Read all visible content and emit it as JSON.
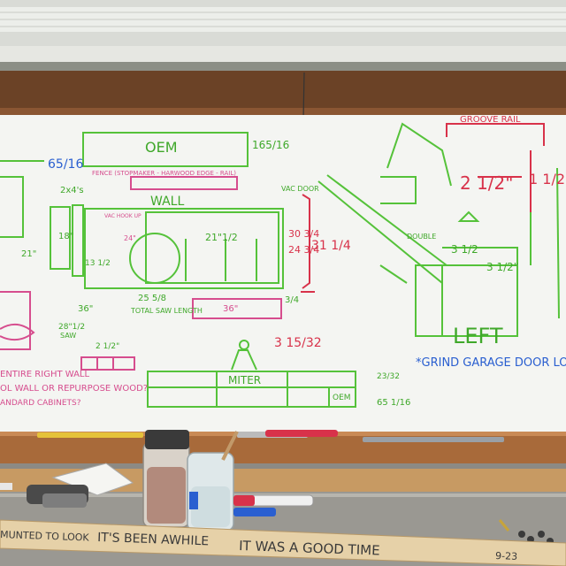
{
  "whiteboard": {
    "labels": {
      "oem_top": "OEM",
      "dim_65_16": "65/16",
      "dim_165_16": "165/16",
      "fence_note": "FENCE (STOPMAKER - HARWOOD EDGE - RAIL)",
      "wall": "WALL",
      "vac_hookup": "VAC HOOK UP",
      "two_x_four": "2x4's",
      "dim_18": "18\"",
      "dim_21_left": "21\"",
      "dim_21_mid": "21\"1/2",
      "dim_24": "24\"",
      "dim_30_3_4": "30 3/4",
      "dim_24_3_4": "24 3/4",
      "dim_31_1_4": "31 1/4",
      "dim_13_1_2": "13 1/2",
      "dim_3_4": "3/4",
      "dim_25": "25 5/8",
      "total_saw_length": "TOTAL SAW LENGTH",
      "dim_36_a": "36\"",
      "dim_36_b": "36\"",
      "dim_28": "28\"1/2",
      "saw": "SAW",
      "dim_2_1_2_small": "2 1/2\"",
      "vac_door": "VAC DOOR",
      "dim_2_1_2": "2 1/2\"",
      "dim_1_1_2": "1 1/2\"",
      "dim_3_1_2_a": "3 1/2",
      "dim_3_1_2_b": "3 1/2\"",
      "double": "DOUBLE",
      "left": "LEFT",
      "groove_rail": "GROOVE RAIL",
      "dim_3_15_32": "3 15/32",
      "miter": "MITER",
      "oem_bottom": "OEM",
      "dim_65_bottom": "65 1/16",
      "dim_23_32": "23/32",
      "note_right_wall": "ENTIRE RIGHT WALL",
      "note_repurpose": "OL WALL OR REPURPOSE WOOD?",
      "note_cabinets": "ANDARD CABINETS?",
      "grind_note": "*GRIND GARAGE DOOR LOCK"
    }
  },
  "counter": {
    "lumber_text_left": "MUNTED TO LOOK",
    "lumber_text_mid": "IT'S BEEN AWHILE",
    "lumber_text_right": "IT WAS A GOOD TIME",
    "date_text": "9-23"
  },
  "colors": {
    "green_marker": "#55c23a",
    "red_marker": "#d8324a",
    "blue_marker": "#2a5fd0",
    "pink_marker": "#d64d8e",
    "board": "#f4f5f2",
    "frame_wood": "#a86a3a"
  }
}
